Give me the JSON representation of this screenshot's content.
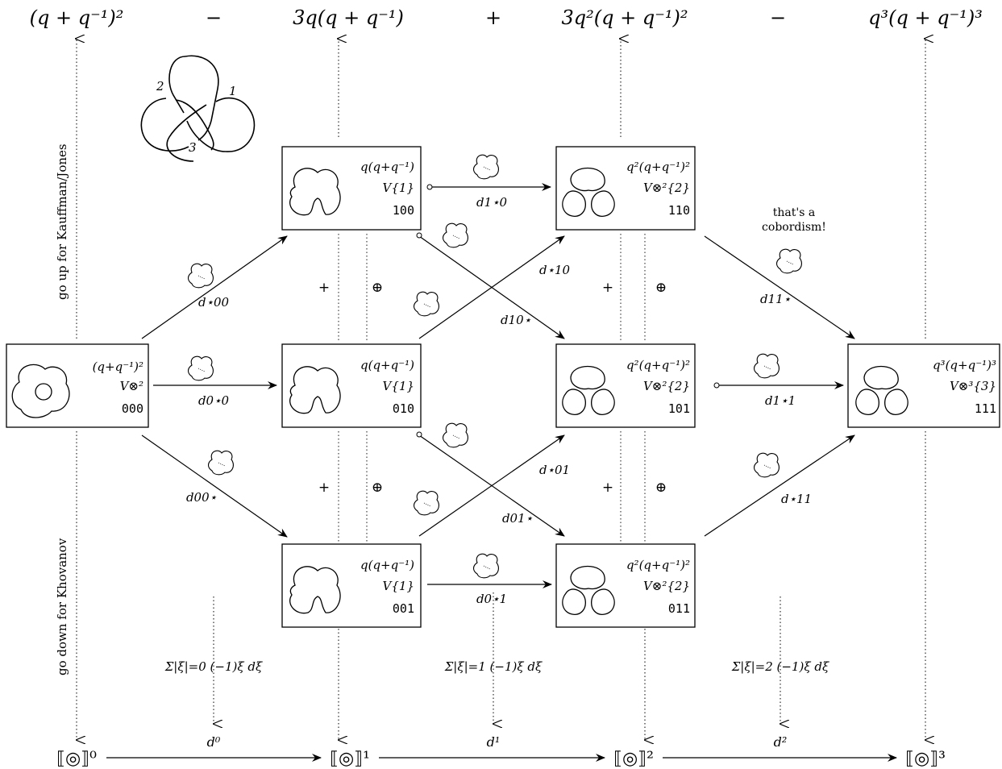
{
  "polynomials": {
    "p0": "(q + q⁻¹)²",
    "s1": "−",
    "p1": "3q(q + q⁻¹)",
    "s2": "+",
    "p2": "3q²(q + q⁻¹)²",
    "s3": "−",
    "p3": "q³(q + q⁻¹)³"
  },
  "side_labels": {
    "up": "go up for Kauffman/Jones",
    "down": "go down for Khovanov"
  },
  "knot_crossings": [
    "1",
    "2",
    "3"
  ],
  "boxes": {
    "b000": {
      "poly": "(q+q⁻¹)²",
      "space": "V⊗²",
      "id": "000"
    },
    "b100": {
      "poly": "q(q+q⁻¹)",
      "space": "V{1}",
      "id": "100"
    },
    "b010": {
      "poly": "q(q+q⁻¹)",
      "space": "V{1}",
      "id": "010"
    },
    "b001": {
      "poly": "q(q+q⁻¹)",
      "space": "V{1}",
      "id": "001"
    },
    "b110": {
      "poly": "q²(q+q⁻¹)²",
      "space": "V⊗²{2}",
      "id": "110"
    },
    "b101": {
      "poly": "q²(q+q⁻¹)²",
      "space": "V⊗²{2}",
      "id": "101"
    },
    "b011": {
      "poly": "q²(q+q⁻¹)²",
      "space": "V⊗²{2}",
      "id": "011"
    },
    "b111": {
      "poly": "q³(q+q⁻¹)³",
      "space": "V⊗³{3}",
      "id": "111"
    }
  },
  "edges": {
    "d_s00": "d⋆00",
    "d_0s0": "d0⋆0",
    "d_00s": "d00⋆",
    "d_1s0": "d1⋆0",
    "d_s10": "d⋆10",
    "d_10s": "d10⋆",
    "d_s01": "d⋆01",
    "d_01s": "d01⋆",
    "d_0s1": "d0⋆1",
    "d_11s": "d11⋆",
    "d_1s1": "d1⋆1",
    "d_s11": "d⋆11"
  },
  "column_signs": {
    "plus": "+",
    "oplus": "⊕"
  },
  "cobordism_note": [
    "that's a",
    "cobordism!"
  ],
  "sums": [
    "Σ|ξ|=0 (−1)ξ dξ",
    "Σ|ξ|=1 (−1)ξ dξ",
    "Σ|ξ|=2 (−1)ξ dξ"
  ],
  "bottom": {
    "complexes": [
      "⟦◎⟧⁰",
      "⟦◎⟧¹",
      "⟦◎⟧²",
      "⟦◎⟧³"
    ],
    "differentials": [
      "d⁰",
      "d¹",
      "d²"
    ]
  }
}
